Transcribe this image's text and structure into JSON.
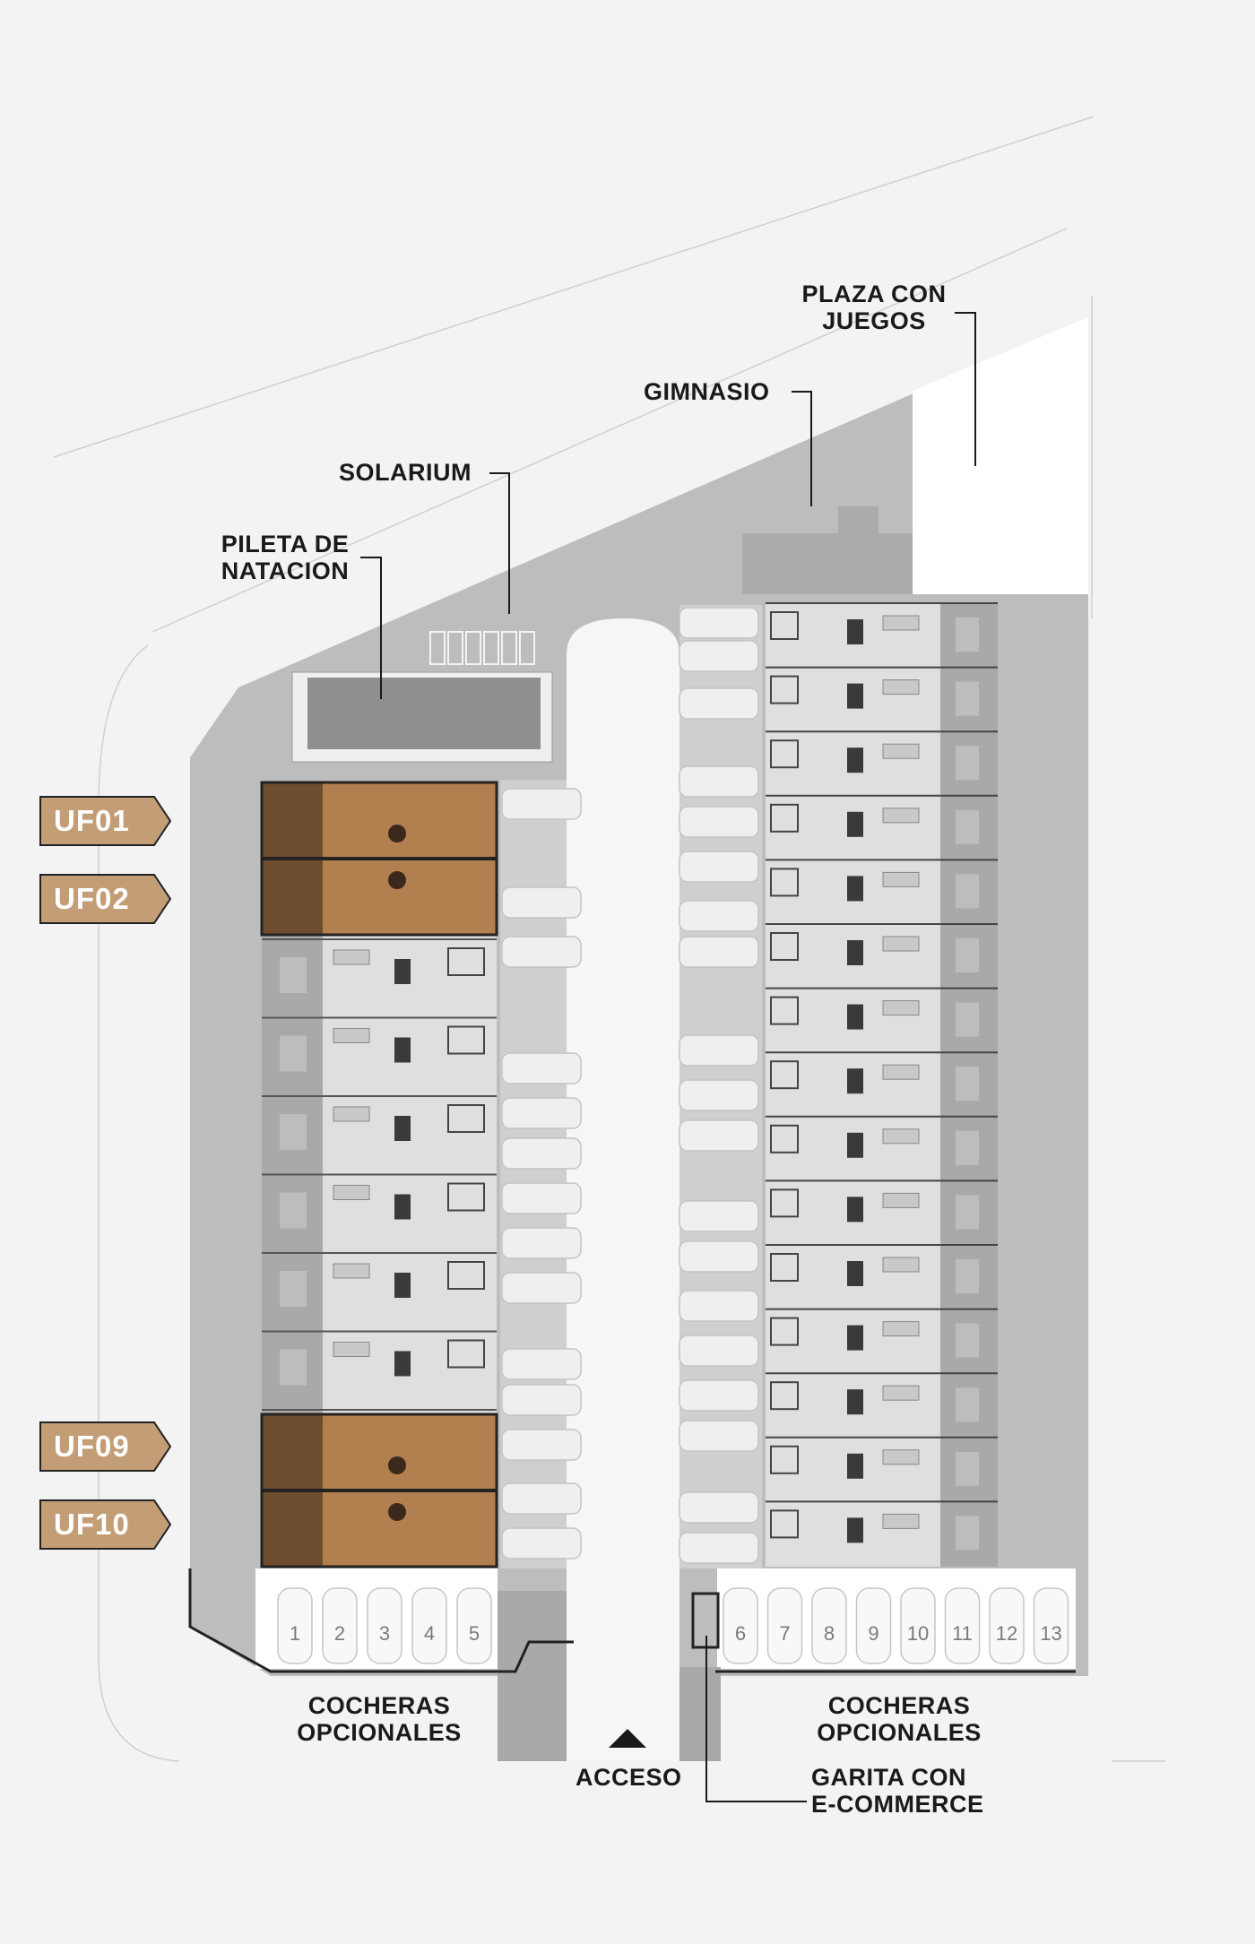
{
  "labels": {
    "plaza": [
      "PLAZA CON",
      "JUEGOS"
    ],
    "gimnasio": "GIMNASIO",
    "solarium": "SOLARIUM",
    "pileta": [
      "PILETA DE",
      "NATACION"
    ],
    "cocheras_left": [
      "COCHERAS",
      "OPCIONALES"
    ],
    "cocheras_right": [
      "COCHERAS",
      "OPCIONALES"
    ],
    "acceso": "ACCESO",
    "garita": [
      "GARITA CON",
      "E-COMMERCE"
    ]
  },
  "units": [
    "UF01",
    "UF02",
    "UF09",
    "UF10"
  ],
  "parking_left": [
    "1",
    "2",
    "3",
    "4",
    "5"
  ],
  "parking_right": [
    "6",
    "7",
    "8",
    "9",
    "10",
    "11",
    "12",
    "13"
  ],
  "colors": {
    "background": "#f3f3f3",
    "site": "#bdbdbd",
    "road": "#f6f6f6",
    "house": "#e2e2e2",
    "highlight": "#b27f4e",
    "highlight_dark": "#6e4c2e",
    "tag_fill": "#c39d76"
  }
}
